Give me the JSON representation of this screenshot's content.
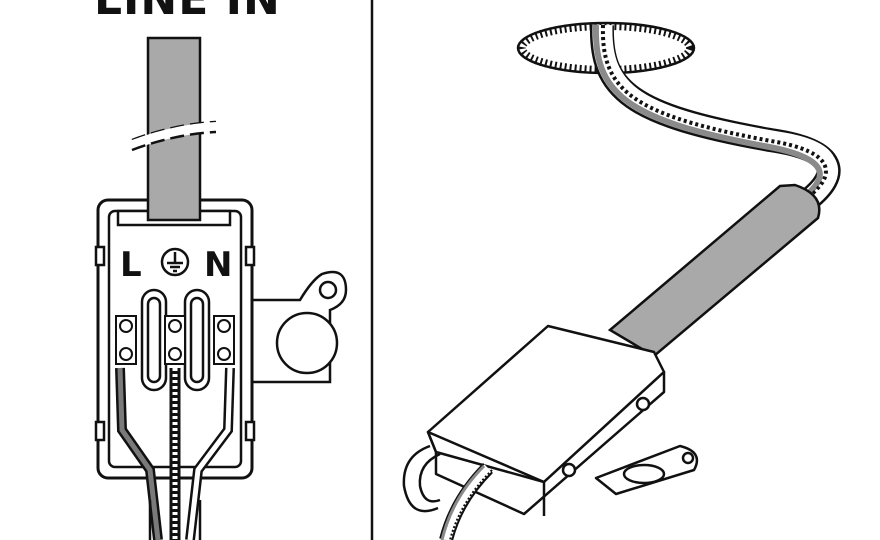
{
  "title": "LINE IN",
  "terminals": {
    "live": "L",
    "neutral": "N"
  },
  "icons": {
    "earth": "earth-ground-icon"
  },
  "colors": {
    "ink": "#111111",
    "cable": "#a9a9a9",
    "paper": "#ffffff"
  }
}
